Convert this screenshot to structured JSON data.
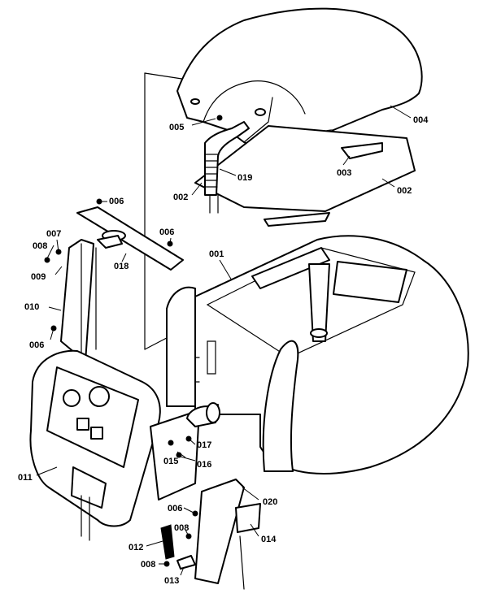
{
  "callouts": [
    {
      "id": "c-004",
      "text": "004"
    },
    {
      "id": "c-005",
      "text": "005"
    },
    {
      "id": "c-019",
      "text": "019"
    },
    {
      "id": "c-003",
      "text": "003"
    },
    {
      "id": "c-002a",
      "text": "002"
    },
    {
      "id": "c-002b",
      "text": "002"
    },
    {
      "id": "c-006a",
      "text": "006"
    },
    {
      "id": "c-007",
      "text": "007"
    },
    {
      "id": "c-008a",
      "text": "008"
    },
    {
      "id": "c-006b",
      "text": "006"
    },
    {
      "id": "c-018",
      "text": "018"
    },
    {
      "id": "c-001",
      "text": "001"
    },
    {
      "id": "c-009",
      "text": "009"
    },
    {
      "id": "c-010",
      "text": "010"
    },
    {
      "id": "c-006c",
      "text": "006"
    },
    {
      "id": "c-017",
      "text": "017"
    },
    {
      "id": "c-015",
      "text": "015"
    },
    {
      "id": "c-016",
      "text": "016"
    },
    {
      "id": "c-011",
      "text": "011"
    },
    {
      "id": "c-020",
      "text": "020"
    },
    {
      "id": "c-006d",
      "text": "006"
    },
    {
      "id": "c-008b",
      "text": "008"
    },
    {
      "id": "c-014",
      "text": "014"
    },
    {
      "id": "c-012",
      "text": "012"
    },
    {
      "id": "c-008c",
      "text": "008"
    },
    {
      "id": "c-013",
      "text": "013"
    }
  ]
}
